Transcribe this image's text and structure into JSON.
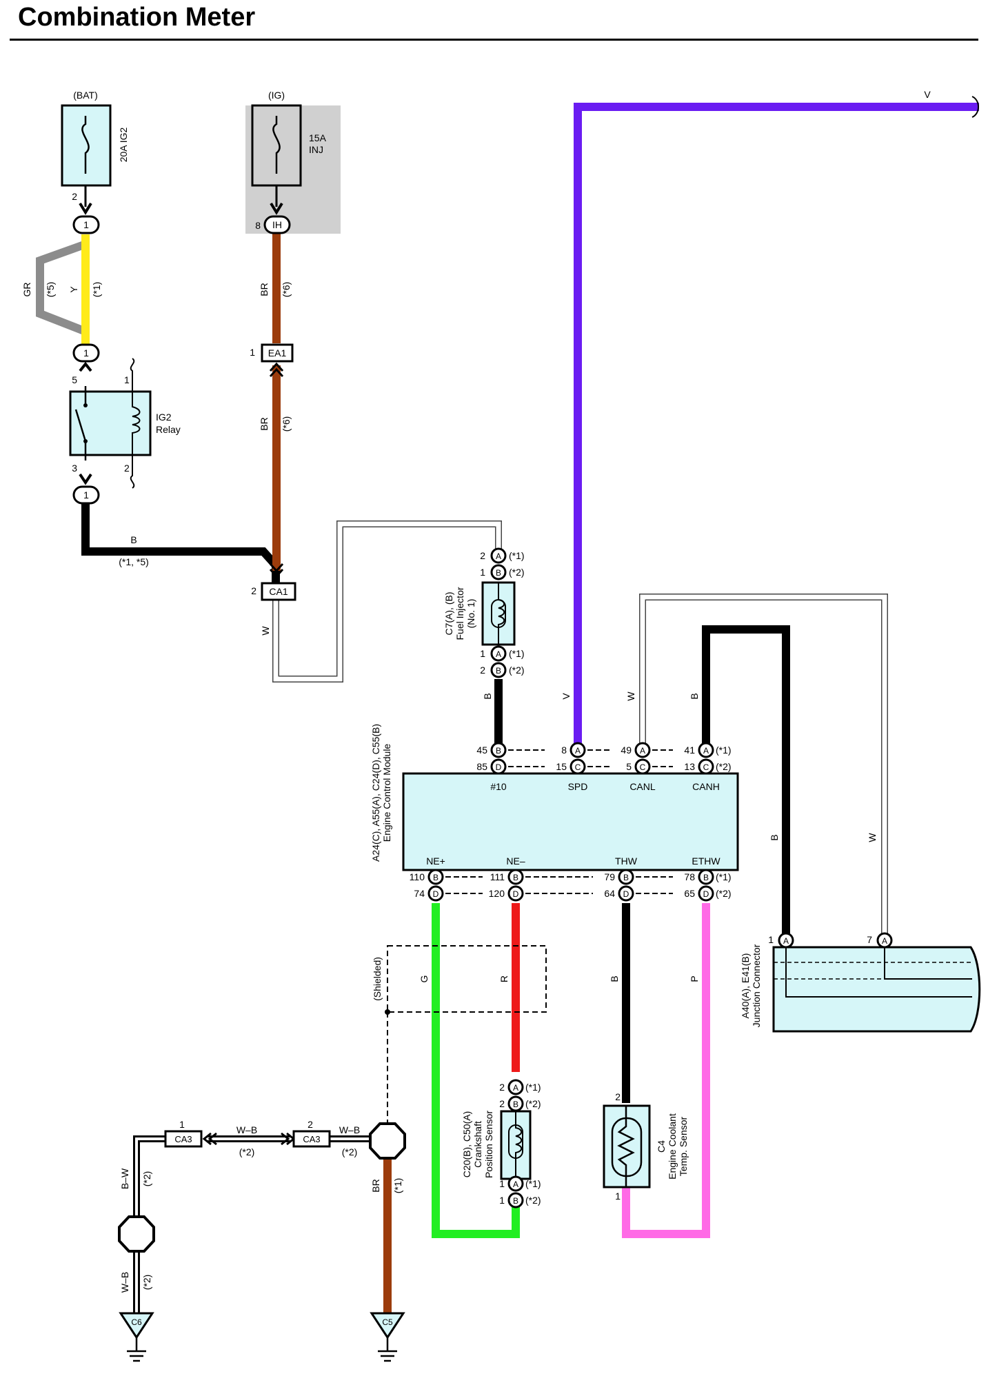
{
  "page": {
    "title": "Combination Meter"
  },
  "colors": {
    "wire_Y": "#ffeb1a",
    "wire_GR": "#8c8c8c",
    "wire_BR": "#9c3c0c",
    "wire_B": "#000000",
    "wire_V": "#6a1cf2",
    "wire_G": "#22ee22",
    "wire_R": "#ee1a1a",
    "wire_P": "#ff6ae6",
    "wire_W": "#ffffff",
    "component_fill": "#d6f6f8",
    "shade": "#d0d0d0"
  },
  "fuses": {
    "bat": {
      "source": "(BAT)",
      "rating": "20A IG2",
      "pin": "2"
    },
    "ig": {
      "source": "(IG)",
      "rating_amp": "15A",
      "rating_name": "INJ",
      "pin": "8"
    }
  },
  "relay": {
    "name1": "IG2",
    "name2": "Relay",
    "pin_top_left": "5",
    "pin_top_right": "1",
    "pin_bottom_left": "3",
    "pin_bottom_right": "2"
  },
  "connectors": {
    "one": "1",
    "ih": "IH",
    "ea1": "EA1",
    "ea1_pin": "1",
    "ca1": "CA1",
    "ca1_pin": "2",
    "ca3": "CA3",
    "ca3_pin_left": "1",
    "ca3_pin_right": "2",
    "c5": "C5",
    "c6": "C6"
  },
  "wires": {
    "y": "Y",
    "y_note": "(*1)",
    "gr": "GR",
    "gr_note": "(*5)",
    "br": "BR",
    "br_note": "(*6)",
    "b": "B",
    "b_note": "(*1, *5)",
    "w": "W",
    "v": "V",
    "g": "G",
    "r": "R",
    "p": "P",
    "wb": "W–B",
    "bw": "B–W",
    "note2": "(*2)",
    "note1": "(*1)"
  },
  "injector": {
    "name1": "C7(A), (B)",
    "name2": "Fuel Injector",
    "name3": "(No. 1)",
    "pin_top_a": "2",
    "pin_top_b": "1",
    "pin_bot_a": "1",
    "pin_bot_b": "2",
    "letter_a": "A",
    "letter_b": "B",
    "note1": "(*1)",
    "note2": "(*2)"
  },
  "ecm": {
    "connectors_label": "A24(C), A55(A), C24(D), C55(B)",
    "name": "Engine Control Module",
    "top_labels": [
      "#10",
      "SPD",
      "CANL",
      "CANH"
    ],
    "bottom_labels": [
      "NE+",
      "NE–",
      "THW",
      "ETHW"
    ],
    "top_pins_row1": [
      "45",
      "8",
      "49",
      "41"
    ],
    "top_pins_row2": [
      "85",
      "15",
      "5",
      "13"
    ],
    "top_letters_row1": [
      "B",
      "A",
      "A",
      "A"
    ],
    "top_letters_row2": [
      "D",
      "C",
      "C",
      "C"
    ],
    "bottom_pins_row1": [
      "110",
      "111",
      "79",
      "78"
    ],
    "bottom_pins_row2": [
      "74",
      "120",
      "64",
      "65"
    ],
    "bottom_letters_row1": [
      "B",
      "B",
      "B",
      "B"
    ],
    "bottom_letters_row2": [
      "D",
      "D",
      "D",
      "D"
    ],
    "note_row1": "(*1)",
    "note_row2": "(*2)"
  },
  "shielded": "(Shielded)",
  "crank_sensor": {
    "name1": "C20(B), C50(A)",
    "name2": "Crankshaft",
    "name3": "Position Sensor",
    "pin_top_a": "2",
    "pin_top_b": "2",
    "pin_bot_a": "1",
    "pin_bot_b": "1"
  },
  "coolant_sensor": {
    "name1": "C4",
    "name2": "Engine Coolant",
    "name3": "Temp. Sensor",
    "pin_top": "2",
    "pin_bot": "1"
  },
  "junction": {
    "name1": "A40(A), E41(B)",
    "name2": "Junction Connector",
    "pin_left": "1",
    "pin_right": "7",
    "letter": "A"
  }
}
